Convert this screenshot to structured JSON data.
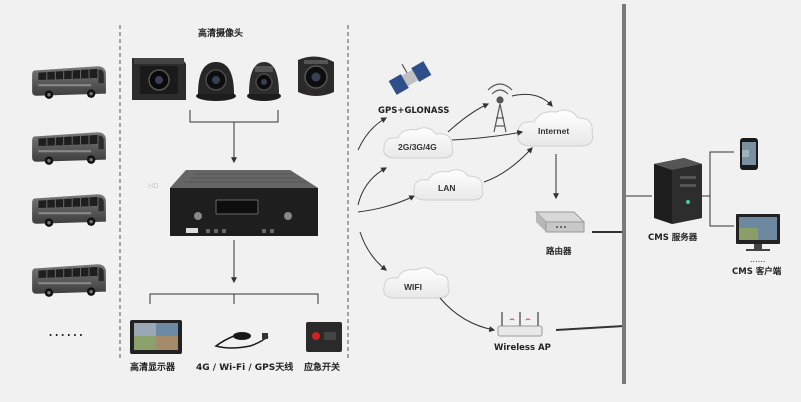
{
  "labels": {
    "hd_camera": "高清摄像头",
    "hd_display": "高清显示器",
    "antenna": "4G / Wi-Fi / GPS天线",
    "emergency_switch": "应急开关",
    "gps": "GPS+GLONASS",
    "cellular": "2G/3G/4G",
    "lan": "LAN",
    "internet": "Internet",
    "wifi": "WIFI",
    "router": "路由器",
    "wireless_ap": "Wireless AP",
    "cms_server": "CMS 服务器",
    "cms_client": "CMS 客户端",
    "ellipsis_left": "......",
    "ellipsis_right": "......",
    "dvr_badge": "HD"
  },
  "colors": {
    "background": "#f1f1f1",
    "line": "#333333",
    "divider": "#7a7a7a",
    "cloud": "#ffffff",
    "cloud_edge": "#d9d9d9",
    "bus_body": "#5c5c5c",
    "bus_window": "#2a2a2a",
    "dvr_body": "#3a3a3a"
  }
}
